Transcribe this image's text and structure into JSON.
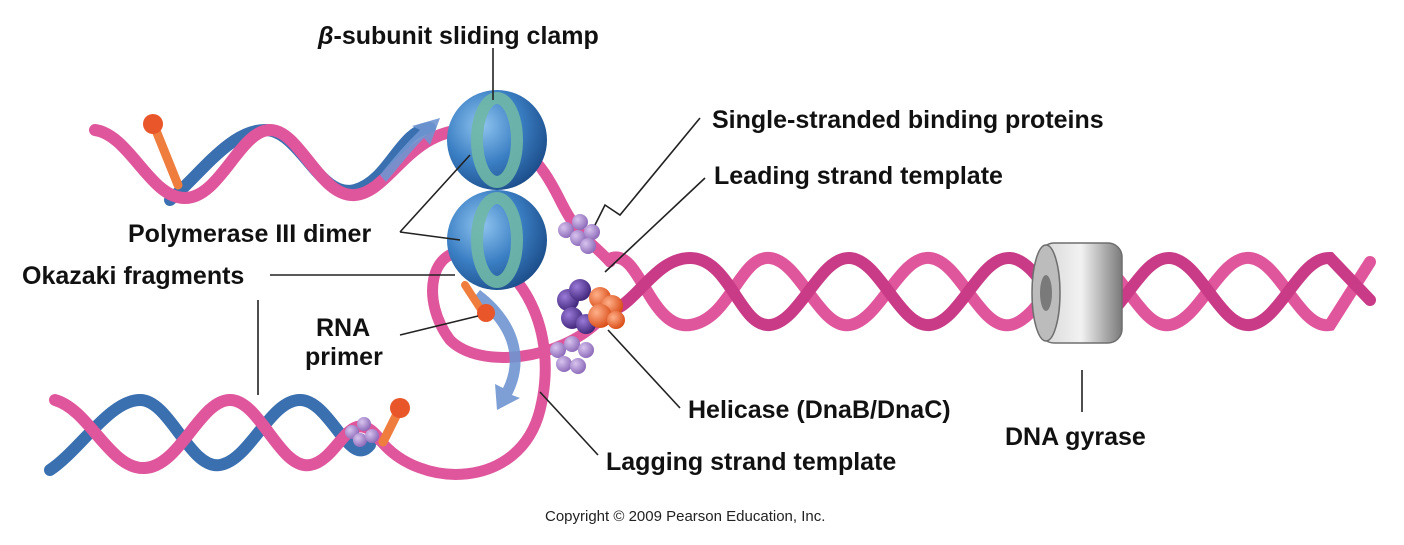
{
  "labels": {
    "clamp_prefix": "β",
    "clamp": "-subunit sliding clamp",
    "ssb": "Single-stranded binding proteins",
    "leading": "Leading strand template",
    "polymerase": "Polymerase III dimer",
    "okazaki": "Okazaki fragments",
    "rna_line1": "RNA",
    "rna_line2": "primer",
    "helicase": "Helicase (DnaB/DnaC)",
    "gyrase": "DNA gyrase",
    "lagging": "Lagging strand template"
  },
  "copyright": "Copyright © 2009 Pearson Education, Inc.",
  "colors": {
    "template_strand": "#e0569c",
    "new_strand": "#3a6fb0",
    "clamp_sphere": "#3b7fc4",
    "clamp_ring": "#6fb7a6",
    "ssb_protein": "#9a78c6",
    "helicase_purple": "#5a3a9a",
    "helicase_orange": "#ee6a2a",
    "primer": "#ef7e3e",
    "gyrase": "#9a9a9a"
  }
}
